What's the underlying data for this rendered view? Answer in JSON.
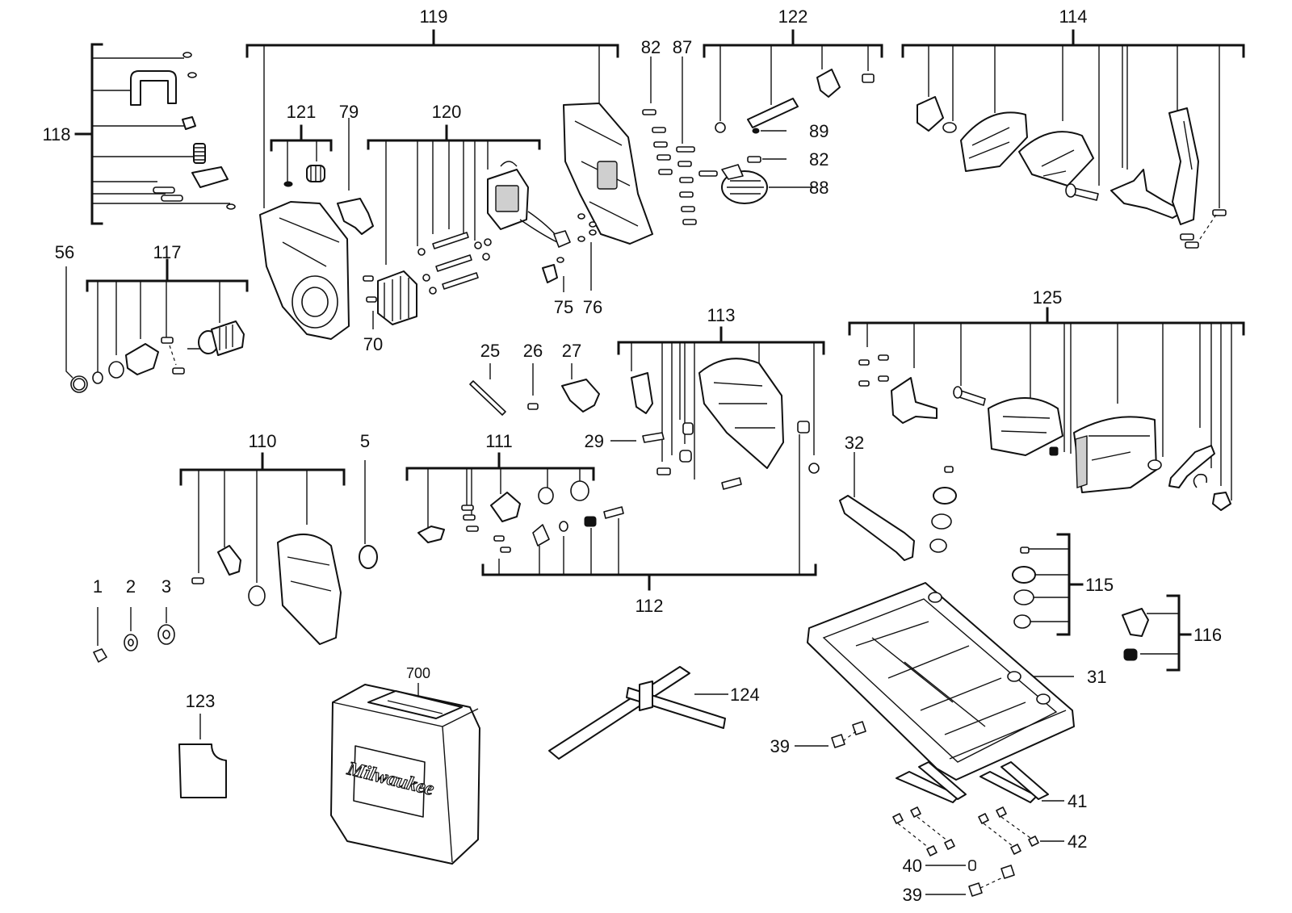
{
  "labels": {
    "l1": "1",
    "l2": "2",
    "l3": "3",
    "l5": "5",
    "l25": "25",
    "l26": "26",
    "l27": "27",
    "l29": "29",
    "l31": "31",
    "l32": "32",
    "l39a": "39",
    "l39b": "39",
    "l40": "40",
    "l41": "41",
    "l42": "42",
    "l56": "56",
    "l70": "70",
    "l75": "75",
    "l76": "76",
    "l79": "79",
    "l82a": "82",
    "l82b": "82",
    "l87": "87",
    "l88": "88",
    "l89": "89",
    "l110": "110",
    "l111": "111",
    "l112": "112",
    "l113": "113",
    "l114": "114",
    "l115": "115",
    "l116": "116",
    "l117": "117",
    "l118": "118",
    "l119": "119",
    "l120": "120",
    "l121": "121",
    "l122": "122",
    "l123": "123",
    "l124": "124",
    "l125": "125",
    "l700": "700"
  },
  "case_logo": "Milwaukee"
}
